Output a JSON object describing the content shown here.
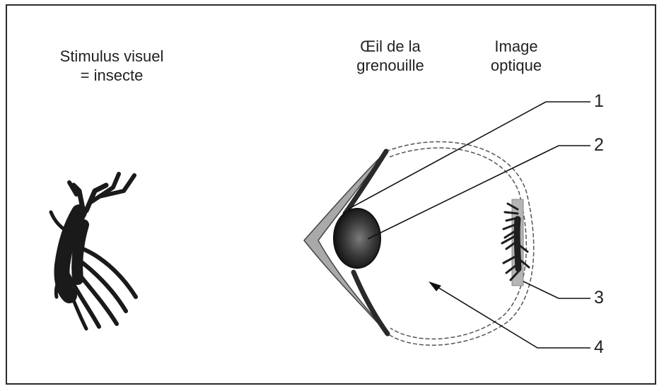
{
  "labels": {
    "stimulus": [
      "Stimulus visuel",
      "= insecte"
    ],
    "eye": [
      "Œil de la",
      "grenouille"
    ],
    "image": [
      "Image",
      "optique"
    ]
  },
  "callouts": [
    "1",
    "2",
    "3",
    "4"
  ]
}
